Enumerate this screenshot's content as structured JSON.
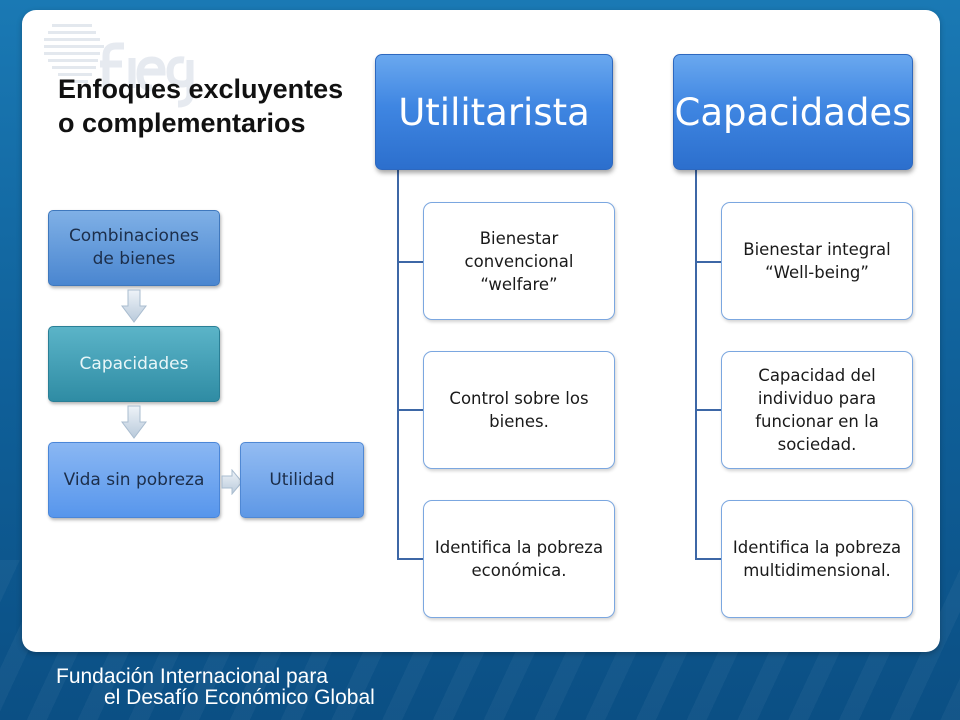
{
  "title": {
    "line1": "Enfoques excluyentes",
    "line2": "o complementarios"
  },
  "flow": {
    "box1": "Combinaciones de bienes",
    "box2": "Capacidades",
    "box3": "Vida sin pobreza",
    "box4": "Utilidad"
  },
  "utilitarista": {
    "header": "Utilitarista",
    "children": [
      "Bienestar convencional “welfare”",
      "Control sobre los bienes.",
      "Identifica la pobreza económica."
    ]
  },
  "capacidades": {
    "header": "Capacidades",
    "children": [
      "Bienestar integral “Well-being”",
      "Capacidad del individuo para funcionar en la sociedad.",
      "Identifica la pobreza multidimensional."
    ]
  },
  "footer": {
    "line1": "Fundación Internacional para",
    "line2": "el Desafío Económico Global"
  },
  "colors": {
    "background_blue": "#1a79b4",
    "header_blue": "#3f86e2",
    "teal": "#2f8ca4",
    "connector": "#3d67a6"
  }
}
